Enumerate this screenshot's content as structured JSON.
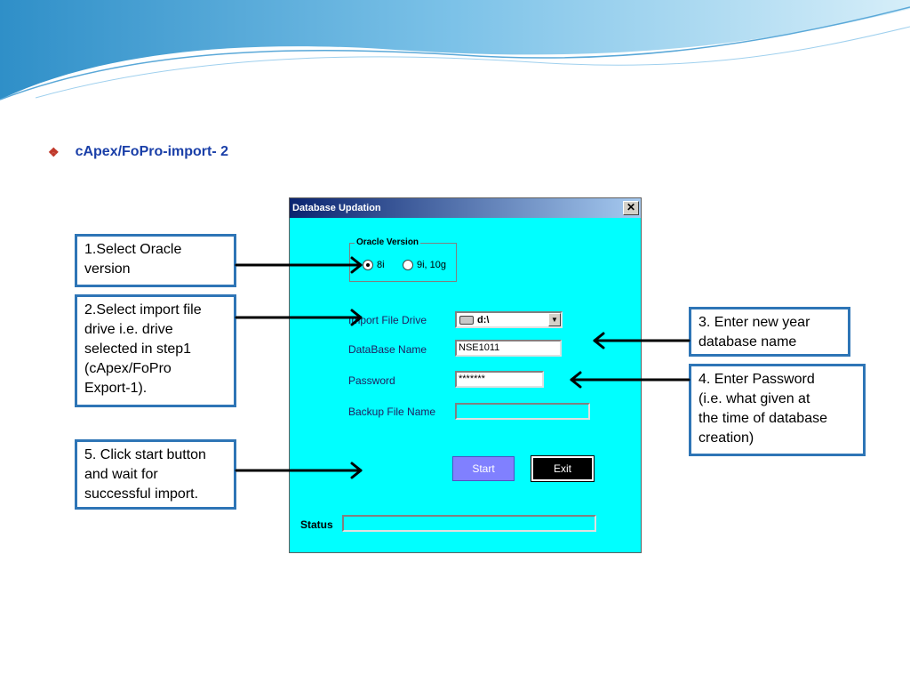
{
  "slide": {
    "title": "cApex/FoPro-import- 2",
    "bullet": "❖"
  },
  "dialog": {
    "title": "Database Updation",
    "close_label": "✕",
    "oracle_version": {
      "legend": "Oracle Version",
      "options": [
        {
          "label": "8i",
          "selected": true
        },
        {
          "label": "9i, 10g",
          "selected": false
        }
      ]
    },
    "fields": {
      "import_drive_label": "Import File Drive",
      "import_drive_value": "d:\\",
      "db_name_label": "DataBase Name",
      "db_name_value": "NSE1011",
      "password_label": "Password",
      "password_value": "*******",
      "backup_label": "Backup File Name",
      "backup_value": ""
    },
    "buttons": {
      "start": "Start",
      "exit": "Exit"
    },
    "status_label": "Status",
    "status_value": "",
    "colors": {
      "background": "#00ffff",
      "start_button": "#8080ff",
      "exit_button": "#000000"
    }
  },
  "callouts": {
    "step1": [
      "1.Select Oracle",
      "version"
    ],
    "step2": [
      "2.Select import file",
      "drive i.e. drive",
      "selected in step1",
      "(cApex/FoPro",
      "Export-1)."
    ],
    "step3": [
      "3. Enter new year",
      "database name"
    ],
    "step4": [
      "4. Enter Password",
      "(i.e. what given at",
      "the time of database",
      "creation)"
    ],
    "step5": [
      "5. Click start button",
      "and wait for",
      "successful import."
    ]
  },
  "colors": {
    "callout_border": "#2e75b6",
    "title_text": "#1a3fa8"
  }
}
